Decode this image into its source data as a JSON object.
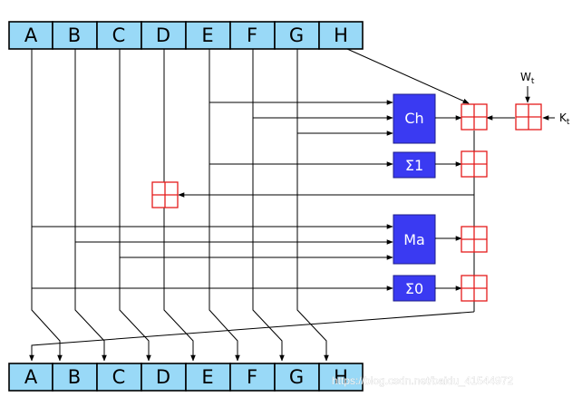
{
  "registers_top": [
    "A",
    "B",
    "C",
    "D",
    "E",
    "F",
    "G",
    "H"
  ],
  "registers_bottom": [
    "A",
    "B",
    "C",
    "D",
    "E",
    "F",
    "G",
    "H"
  ],
  "functions": {
    "ch": "Ch",
    "sigma1": "Σ1",
    "ma": "Ma",
    "sigma0": "Σ0"
  },
  "inputs": {
    "w_main": "W",
    "w_sub": "t",
    "k_main": "K",
    "k_sub": "t"
  },
  "watermark": "https://blog.csdn.net/baidu_41544972",
  "colors": {
    "register_fill": "#99d9f7",
    "function_fill": "#3a3af2",
    "adder_stroke": "#e51b1b"
  }
}
